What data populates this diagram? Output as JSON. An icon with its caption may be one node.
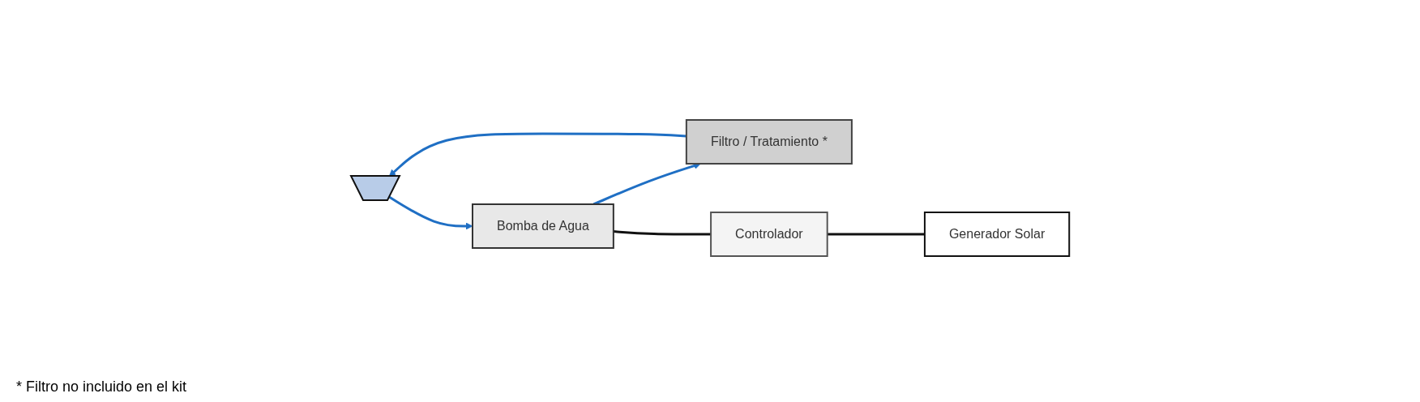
{
  "diagram": {
    "nodes": [
      {
        "text": [],
        "shape": "picture"
      },
      {
        "text": [
          "Filtro / Tratamiento *"
        ]
      },
      {
        "text": [
          "Bomba de Agua"
        ]
      },
      {
        "text": [
          "Controlador"
        ]
      },
      {
        "text": [
          "Generador Solar"
        ]
      }
    ],
    "edges": [
      {
        "from": 0,
        "to": 2,
        "arrow": "to"
      },
      {
        "from": 2,
        "to": 1,
        "arrow": "to"
      },
      {
        "from": 1,
        "to": 0,
        "arrow": "to"
      },
      {
        "from": 2,
        "to": 3,
        "arrow": "none",
        "color": "#111111"
      },
      {
        "from": 3,
        "to": 4,
        "arrow": "none",
        "color": "#111111"
      }
    ],
    "labels": [
      "* Filtro no incluido en el kit"
    ]
  }
}
